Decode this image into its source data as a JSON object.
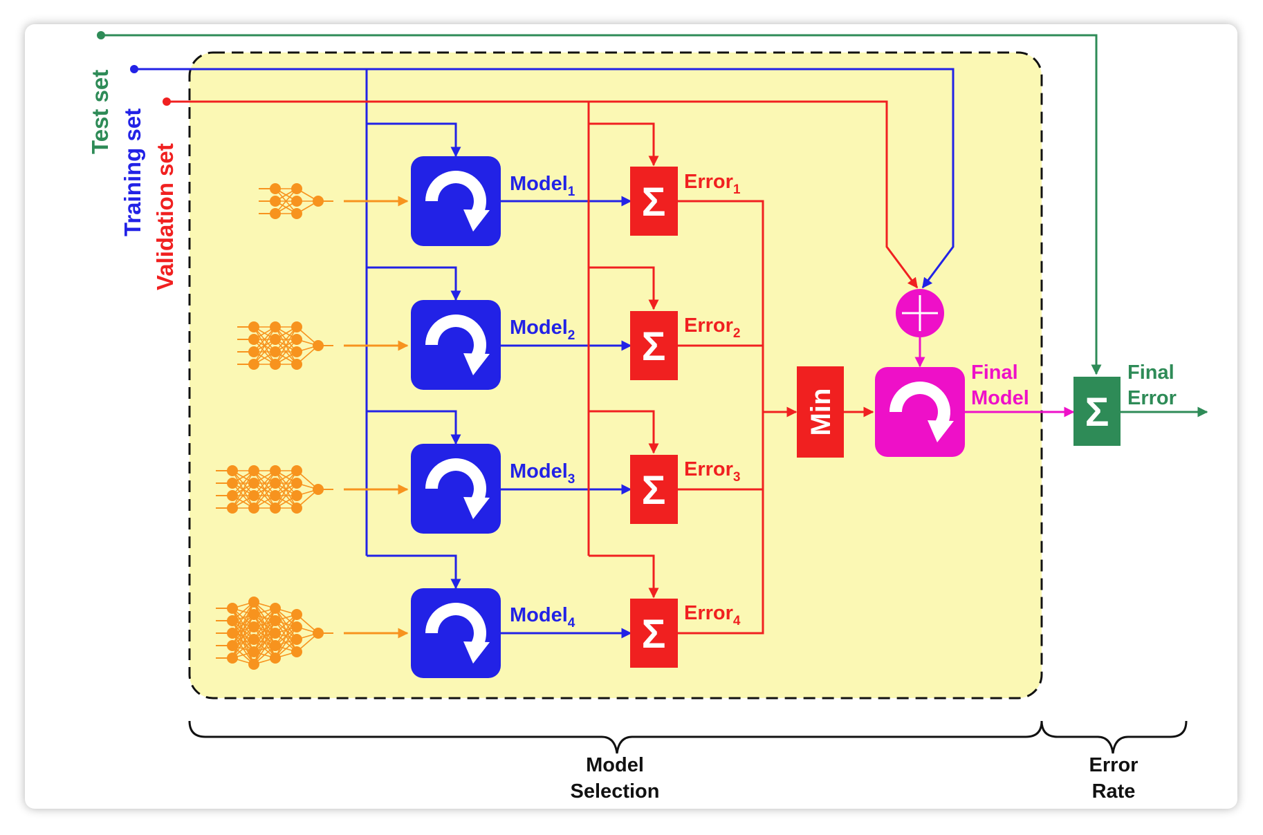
{
  "inputs": {
    "test_set": "Test set",
    "training_set": "Training set",
    "validation_set": "Validation set"
  },
  "models": [
    {
      "label": "Model",
      "sub": "1"
    },
    {
      "label": "Model",
      "sub": "2"
    },
    {
      "label": "Model",
      "sub": "3"
    },
    {
      "label": "Model",
      "sub": "4"
    }
  ],
  "errors": [
    {
      "label": "Error",
      "sub": "1"
    },
    {
      "label": "Error",
      "sub": "2"
    },
    {
      "label": "Error",
      "sub": "3"
    },
    {
      "label": "Error",
      "sub": "4"
    }
  ],
  "min_label": "Min",
  "sum_symbol": "Σ",
  "final_model": {
    "line1": "Final",
    "line2": "Model"
  },
  "final_error": {
    "line1": "Final",
    "line2": "Error"
  },
  "brackets": {
    "model_selection": {
      "line1": "Model",
      "line2": "Selection"
    },
    "error_rate": {
      "line1": "Error",
      "line2": "Rate"
    }
  },
  "colors": {
    "test": "#2e8b57",
    "training": "#2222e6",
    "validation": "#f02020",
    "network": "#f7931e",
    "final": "#ee10c8",
    "panel": "#fbf8b4"
  },
  "network_layers": [
    [
      3,
      3,
      1
    ],
    [
      4,
      4,
      4,
      1
    ],
    [
      4,
      4,
      4,
      4,
      1
    ],
    [
      5,
      6,
      5,
      4,
      1
    ]
  ]
}
